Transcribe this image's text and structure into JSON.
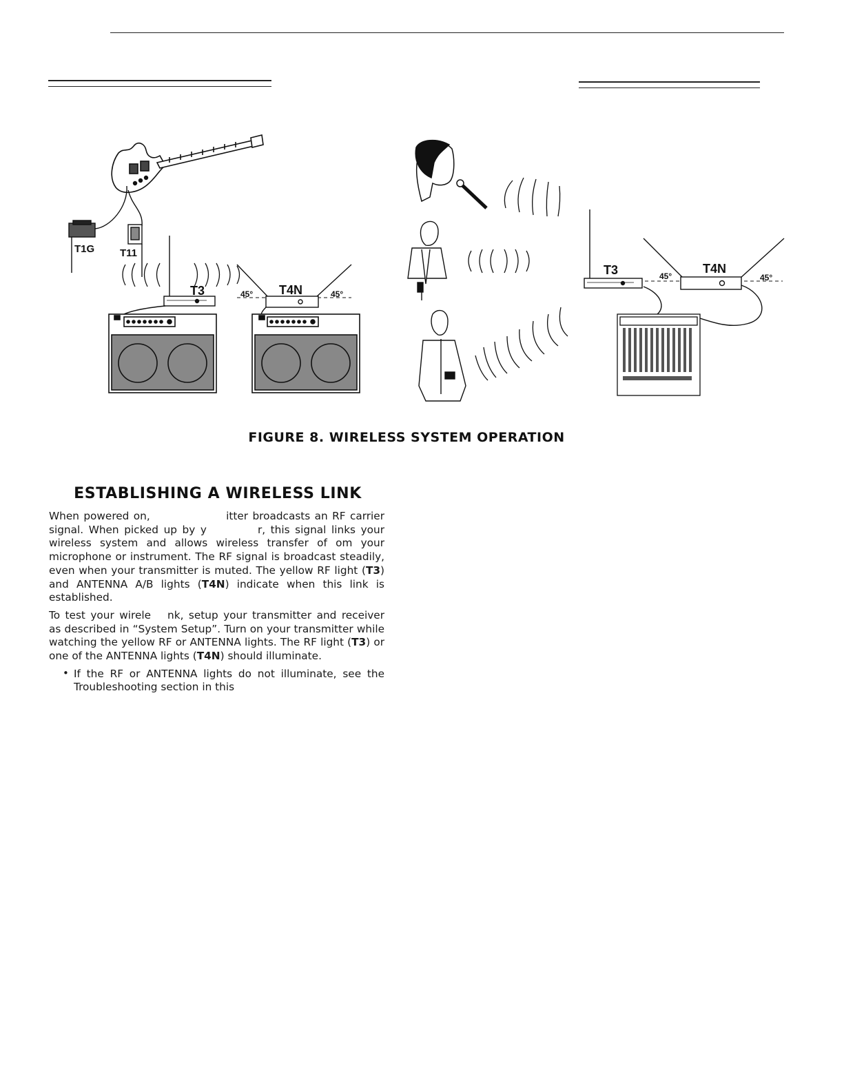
{
  "figure": {
    "caption": "FIGURE 8. WIRELESS SYSTEM OPERATION",
    "labels": {
      "t1g": "T1G",
      "t11": "T11",
      "t3_left": "T3",
      "t4n_left": "T4N",
      "t3_right": "T3",
      "t4n_right": "T4N",
      "angle": "45°"
    }
  },
  "section": {
    "heading": "ESTABLISHING A WIRELESS LINK",
    "p1": {
      "s1": "When powered on, ",
      "s2": "itter broadcasts an RF carrier signal.  When picked up by y",
      "s3": "r, this signal links your wireless system and allows wireless transfer of ",
      "s4": "om your microphone or instrument. The RF signal is broadcast steadily, even when your transmitter is muted.   The yellow RF light (",
      "b1": "T3",
      "s5": ") and ANTENNA A/B lights (",
      "b2": "T4N",
      "s6": ") indicate when this link is established."
    },
    "p2": {
      "s1": "To test your wirele",
      "s2": "nk, setup your transmitter and receiver as described in “System Setup”.  Turn on your transmitter while watching the yellow RF or ANTENNA lights.  The RF light (",
      "b1": "T3",
      "s3": ") or one of the ANTENNA lights (",
      "b2": "T4N",
      "s4": ") should illuminate."
    },
    "bullet": {
      "marker": "•",
      "text": "If the RF or ANTENNA lights do not illuminate, see the Troubleshooting section in this"
    }
  }
}
